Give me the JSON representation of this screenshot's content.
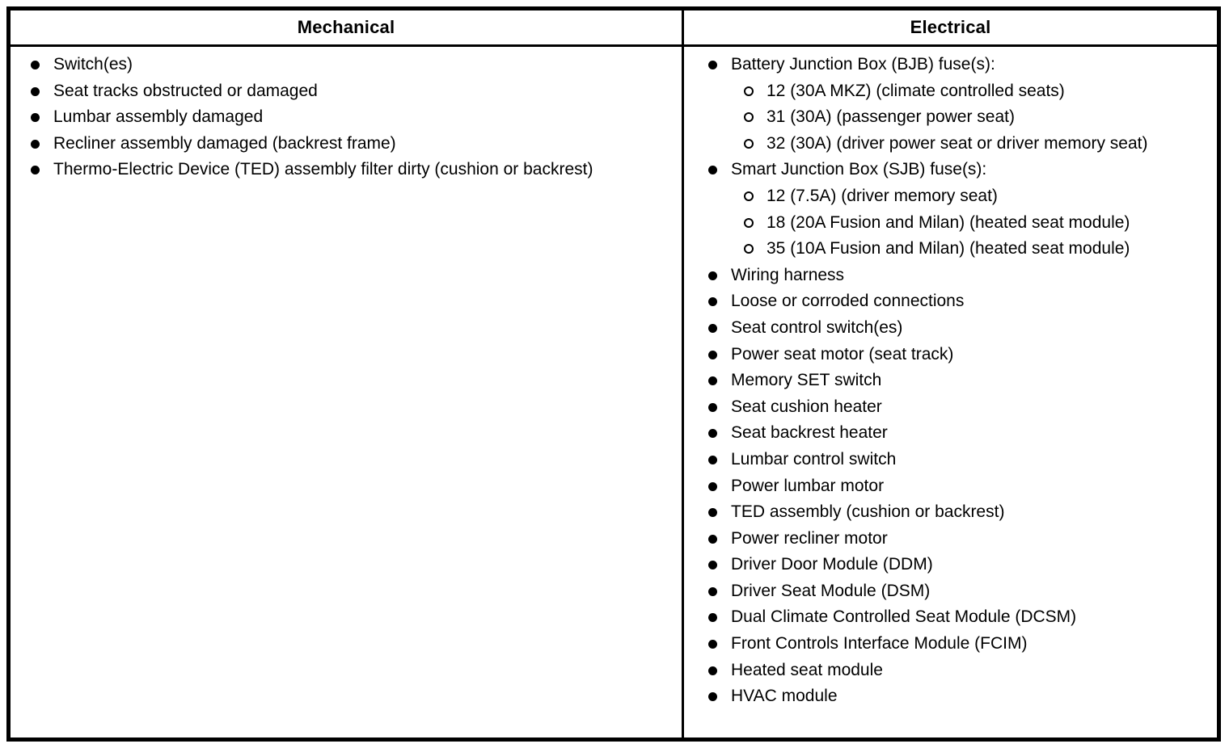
{
  "page": {
    "background_color": "#ffffff",
    "border_color": "#000000",
    "text_color": "#000000"
  },
  "table": {
    "columns": [
      {
        "id": "mechanical",
        "header": "Mechanical",
        "items": [
          {
            "text": "Switch(es)"
          },
          {
            "text": "Seat tracks obstructed or damaged"
          },
          {
            "text": "Lumbar assembly damaged"
          },
          {
            "text": "Recliner assembly damaged (backrest frame)"
          },
          {
            "text": "Thermo-Electric Device (TED) assembly filter dirty (cushion or backrest)"
          }
        ]
      },
      {
        "id": "electrical",
        "header": "Electrical",
        "items": [
          {
            "text": "Battery Junction Box (BJB) fuse(s):",
            "sub": [
              "12 (30A MKZ) (climate controlled seats)",
              "31 (30A) (passenger power seat)",
              "32 (30A) (driver power seat or driver memory seat)"
            ]
          },
          {
            "text": "Smart Junction Box (SJB) fuse(s):",
            "sub": [
              "12 (7.5A) (driver memory seat)",
              "18 (20A Fusion and Milan) (heated seat module)",
              "35 (10A Fusion and Milan) (heated seat module)"
            ]
          },
          {
            "text": "Wiring harness"
          },
          {
            "text": "Loose or corroded connections"
          },
          {
            "text": "Seat control switch(es)"
          },
          {
            "text": "Power seat motor (seat track)"
          },
          {
            "text": "Memory SET switch"
          },
          {
            "text": "Seat cushion heater"
          },
          {
            "text": "Seat backrest heater"
          },
          {
            "text": "Lumbar control switch"
          },
          {
            "text": "Power lumbar motor"
          },
          {
            "text": "TED assembly (cushion or backrest)"
          },
          {
            "text": "Power recliner motor"
          },
          {
            "text": "Driver Door Module (DDM)"
          },
          {
            "text": "Driver Seat Module (DSM)"
          },
          {
            "text": "Dual Climate Controlled Seat Module (DCSM)"
          },
          {
            "text": "Front Controls Interface Module (FCIM)"
          },
          {
            "text": "Heated seat module"
          },
          {
            "text": "HVAC module"
          }
        ]
      }
    ]
  }
}
